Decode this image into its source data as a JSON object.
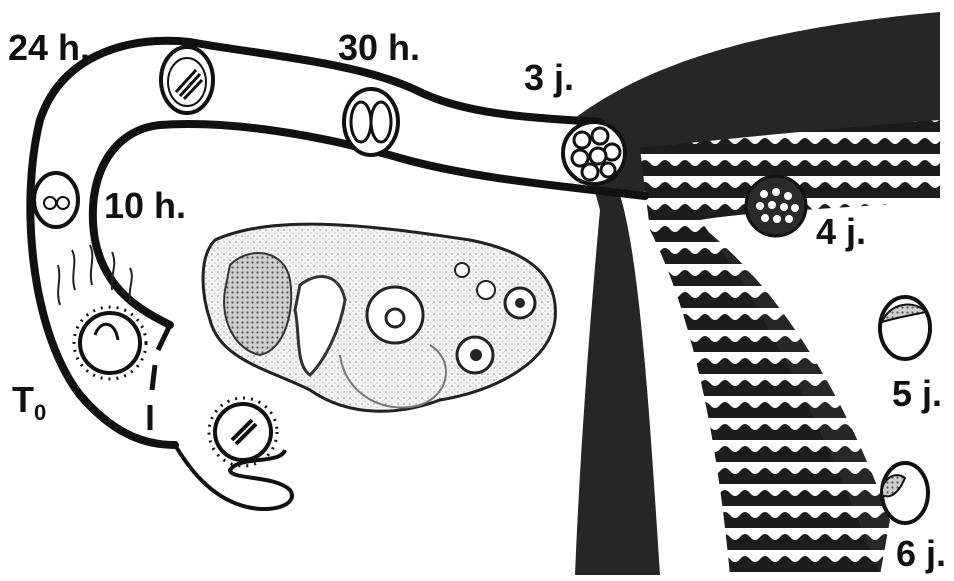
{
  "labels": {
    "t0_main": "T",
    "t0_sub": "0",
    "h10": "10 h.",
    "h24": "24 h.",
    "h30": "30 h.",
    "d3": "3 j.",
    "d4": "4 j.",
    "d5": "5 j.",
    "d6": "6 j."
  },
  "colors": {
    "ink": "#111111",
    "paper": "#ffffff",
    "tissue": "#2a2a2a",
    "ovary_stipple": "#e9e9e9"
  }
}
